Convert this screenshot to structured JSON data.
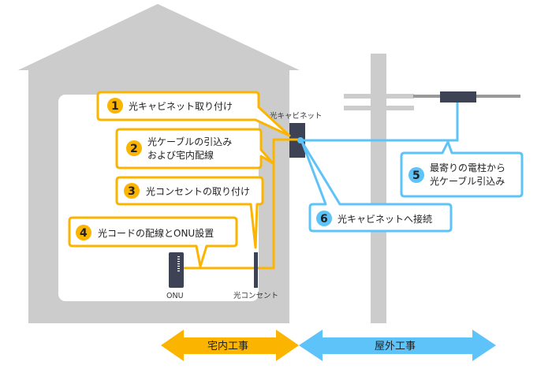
{
  "colors": {
    "indoor": "#FBB400",
    "outdoor": "#5EC3F8",
    "device": "#3D4255",
    "structure": "#CCCCCC",
    "wire": "#999999"
  },
  "labels": {
    "cabinet": "光キャビネット",
    "onu": "ONU",
    "outlet": "光コンセント"
  },
  "steps": [
    {
      "number": "1",
      "lines": [
        "光キャビネット取り付け"
      ],
      "zone": "indoor"
    },
    {
      "number": "2",
      "lines": [
        "光ケーブルの引込み",
        "および宅内配線"
      ],
      "zone": "indoor"
    },
    {
      "number": "3",
      "lines": [
        "光コンセントの取り付け"
      ],
      "zone": "indoor"
    },
    {
      "number": "4",
      "lines": [
        "光コードの配線とONU設置"
      ],
      "zone": "indoor"
    },
    {
      "number": "5",
      "lines": [
        "最寄りの電柱から",
        "光ケーブル引込み"
      ],
      "zone": "outdoor"
    },
    {
      "number": "6",
      "lines": [
        "光キャビネットへ接続"
      ],
      "zone": "outdoor"
    }
  ],
  "zones": {
    "indoor": "宅内工事",
    "outdoor": "屋外工事"
  }
}
